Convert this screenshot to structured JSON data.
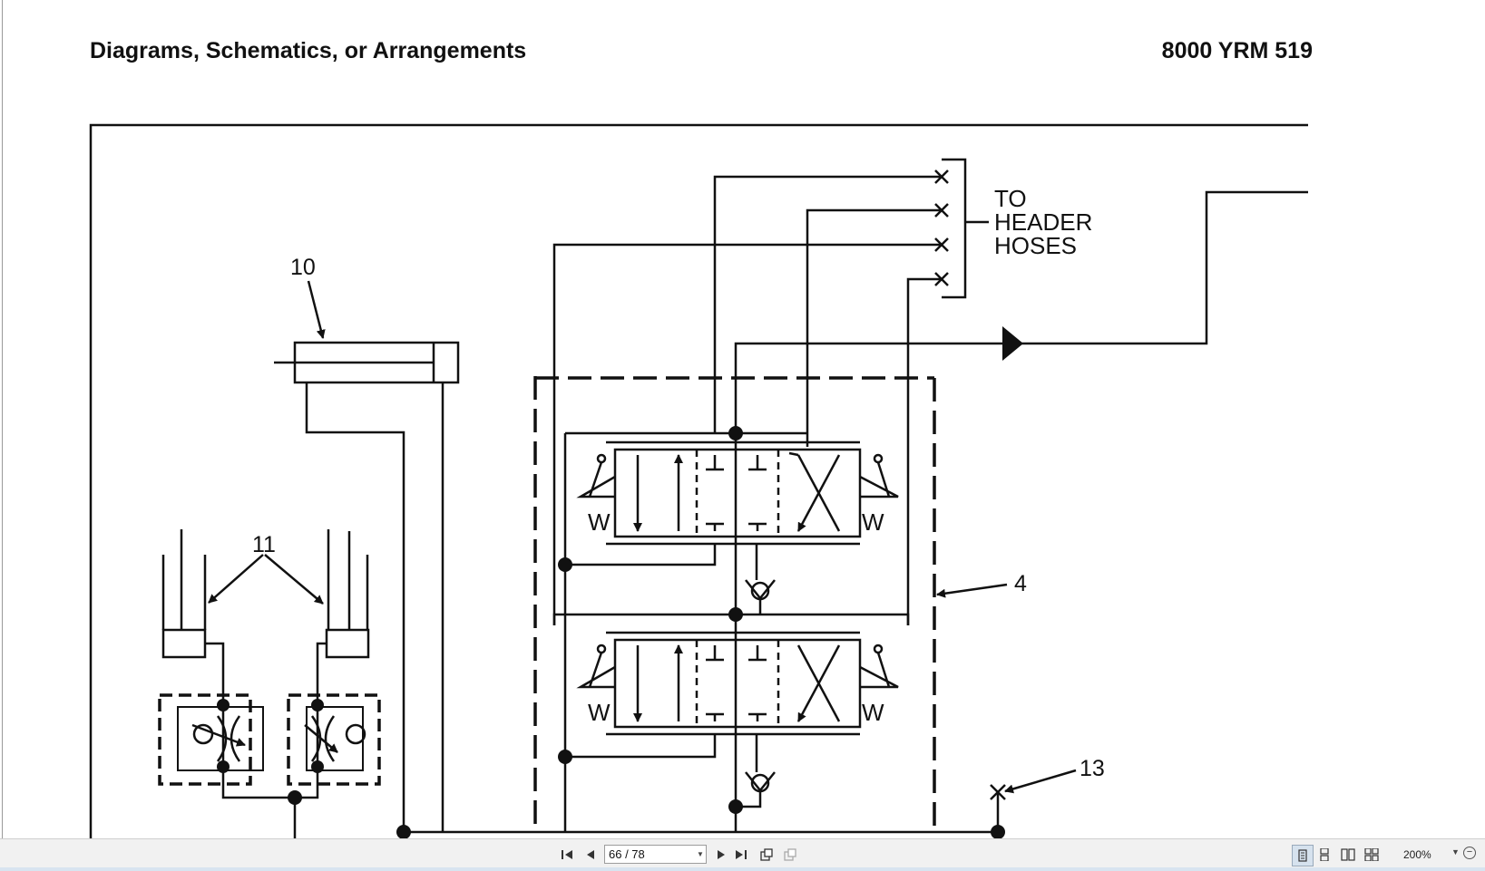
{
  "document": {
    "heading": "Diagrams, Schematics, or Arrangements",
    "doc_number": "8000 YRM 519"
  },
  "schematic": {
    "callouts": {
      "c10": "10",
      "c11": "11",
      "c4": "4",
      "c13": "13"
    },
    "header_label": [
      "TO",
      "HEADER",
      "HOSES"
    ],
    "spring_letter": "W"
  },
  "viewer": {
    "page_indicator": "66 / 78",
    "zoom": "200%",
    "icons": [
      "first-page-icon",
      "previous-page-icon",
      "next-page-icon",
      "last-page-icon",
      "rotate-icon",
      "copy-icon",
      "single-page-icon",
      "continuous-icon",
      "facing-icon",
      "continuous-facing-icon",
      "zoom-out-icon"
    ]
  }
}
